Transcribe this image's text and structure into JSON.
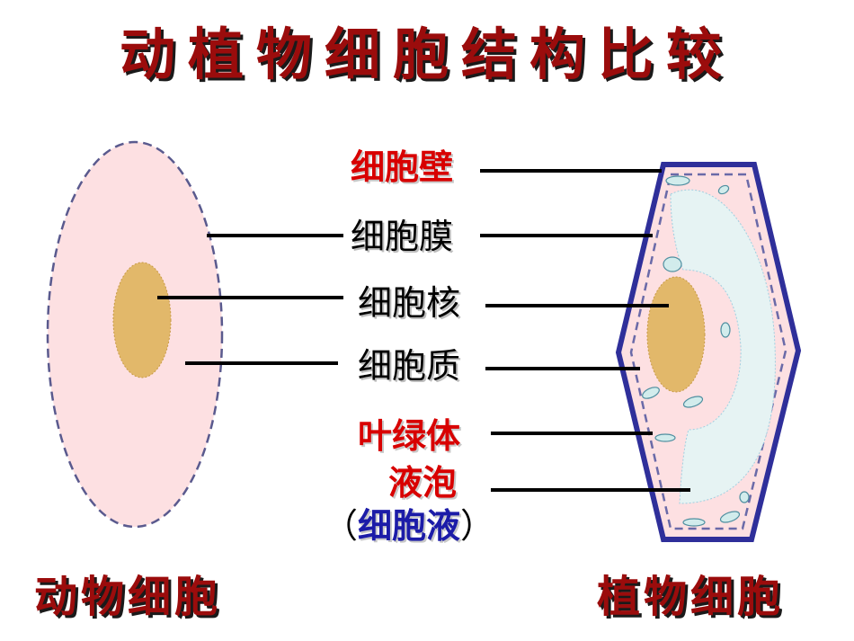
{
  "title": "动植物细胞结构比较",
  "captions": {
    "animal": "动物细胞",
    "plant": "植物细胞"
  },
  "labels": {
    "cell_wall": "细胞壁",
    "cell_membrane": "细胞膜",
    "nucleus": "细胞核",
    "cytoplasm": "细胞质",
    "chloroplast": "叶绿体",
    "vacuole": "液泡",
    "cell_sap_open": "（",
    "cell_sap": "细胞液",
    "cell_sap_close": "）"
  },
  "colors": {
    "title": "#9b0c0c",
    "cytoplasm_fill": "#fde0e2",
    "nucleus_fill": "#e2b86a",
    "plant_wall": "#2f2f9a",
    "vacuole_fill": "#e6f3f3",
    "chloroplast_fill": "#d2ecec",
    "red_label": "#d80000",
    "blue_label": "#1c1ca8"
  }
}
